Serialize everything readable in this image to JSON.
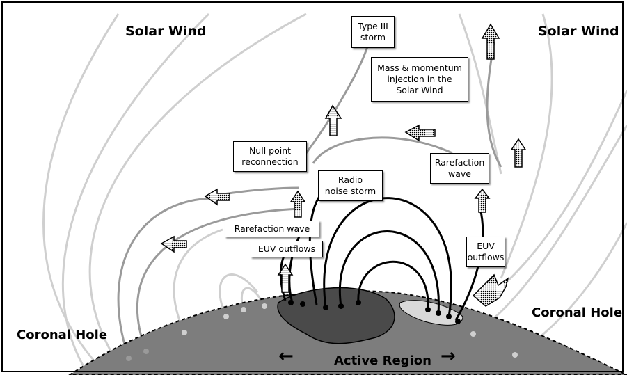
{
  "labels": {
    "solar_wind_left": "Solar Wind",
    "solar_wind_right": "Solar Wind",
    "coronal_hole_left": "Coronal Hole",
    "coronal_hole_right": "Coronal Hole",
    "active_region": "Active Region"
  },
  "callouts": {
    "type3_line1": "Type III",
    "type3_line2": "storm",
    "mass_line1": "Mass & momentum",
    "mass_line2": "injection in the",
    "mass_line3": "Solar Wind",
    "null_line1": "Null point",
    "null_line2": "reconnection",
    "radio_line1": "Radio",
    "radio_line2": "noise storm",
    "rarefaction_right_line1": "Rarefaction",
    "rarefaction_right_line2": "wave",
    "rarefaction_left": "Rarefaction wave",
    "euv_left": "EUV outflows",
    "euv_right_line1": "EUV",
    "euv_right_line2": "outflows"
  },
  "arrows": {
    "left": "←",
    "right": "→"
  },
  "colors": {
    "sun": "#7d7d7d",
    "active_region": "#4a4a4a",
    "bright_patch": "#d9d9d9",
    "closed_loops": "#000000",
    "open_field": "#c8c8c8"
  }
}
